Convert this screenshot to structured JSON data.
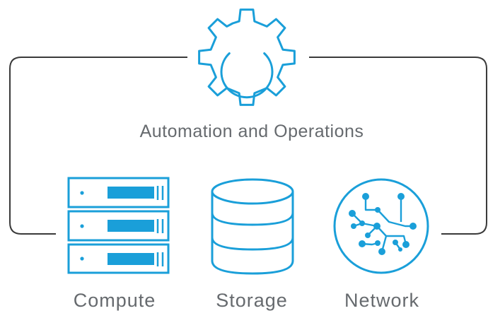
{
  "diagram": {
    "title": "Automation and Operations",
    "components": [
      {
        "label": "Compute",
        "icon": "server-stack-icon"
      },
      {
        "label": "Storage",
        "icon": "database-icon"
      },
      {
        "label": "Network",
        "icon": "network-node-icon"
      }
    ],
    "hub_icon": "gear-icon",
    "colors": {
      "icon_stroke": "#1a9fd9",
      "connector_line": "#3a3a3a",
      "label_text": "#666a6e",
      "background": "#ffffff"
    }
  }
}
